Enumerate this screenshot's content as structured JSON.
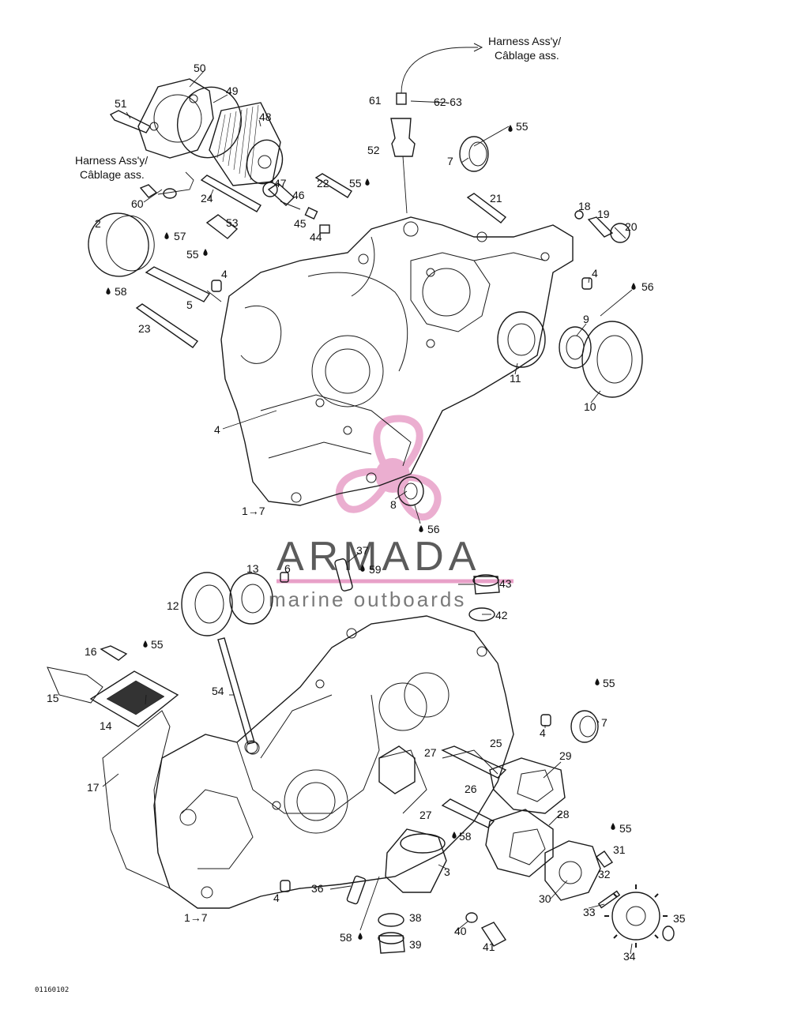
{
  "harness_note_top": [
    "Harness Ass'y/",
    "Câblage ass."
  ],
  "harness_note_left": [
    "Harness Ass'y/",
    "Câblage ass."
  ],
  "watermark": {
    "word": "ARMADA",
    "tagline": "marine outboards",
    "color_logo": "#e8a0c8",
    "color_text": "#5b5b5b"
  },
  "figure_code": "01160102",
  "callouts_upper": [
    "50",
    "49",
    "48",
    "51",
    "24",
    "47",
    "46",
    "45",
    "44",
    "22",
    "21",
    "18",
    "19",
    "20",
    "2",
    "57",
    "55",
    "58",
    "53",
    "60",
    "4",
    "5",
    "23",
    "61",
    "62-63",
    "52",
    "55",
    "7",
    "55",
    "4",
    "56",
    "9",
    "11",
    "10",
    "4",
    "1→7",
    "8",
    "56"
  ],
  "callouts_lower": [
    "37",
    "59",
    "13",
    "6",
    "12",
    "43",
    "42",
    "16",
    "55",
    "15",
    "14",
    "54",
    "17",
    "55",
    "7",
    "4",
    "27",
    "25",
    "29",
    "26",
    "28",
    "27",
    "58",
    "3",
    "55",
    "31",
    "32",
    "30",
    "33",
    "36",
    "4",
    "1→7",
    "38",
    "39",
    "58",
    "40",
    "41",
    "35",
    "34"
  ]
}
